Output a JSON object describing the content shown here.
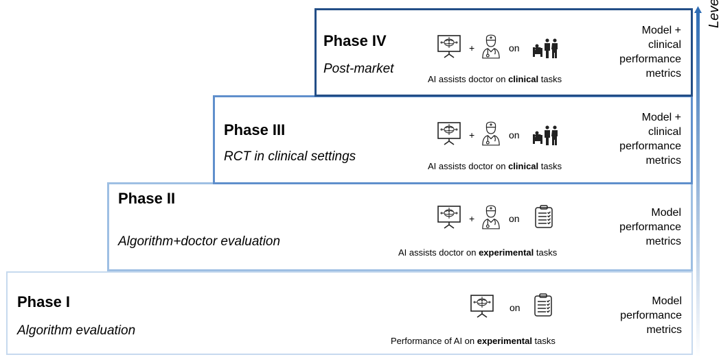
{
  "axis_label": "Level of evidence & cost",
  "colors": {
    "phase1_border": "#c6d9ee",
    "phase2_border": "#9ebfe3",
    "phase3_border": "#5f8fcc",
    "phase4_border": "#234e87",
    "arrow": "#2f6db5"
  },
  "phases": [
    {
      "title": "Phase I",
      "subtitle": "Algorithm evaluation",
      "metrics": [
        "Model",
        "performance",
        "metrics"
      ],
      "on": "on",
      "caption_pre": "Performance of AI on ",
      "caption_bold": "experimental",
      "caption_post": " tasks",
      "icons": [
        "ai-monitor-icon",
        "task-checklist-icon"
      ]
    },
    {
      "title": "Phase II",
      "subtitle": "Algorithm+doctor evaluation",
      "metrics": [
        "Model",
        "performance",
        "metrics"
      ],
      "plus": "+",
      "on": "on",
      "caption_pre": "AI assists doctor on ",
      "caption_bold": "experimental",
      "caption_post": " tasks",
      "icons": [
        "ai-monitor-icon",
        "doctor-icon",
        "task-checklist-icon"
      ]
    },
    {
      "title": "Phase III",
      "subtitle": "RCT in clinical settings",
      "metrics": [
        "Model +",
        "clinical",
        "performance",
        "metrics"
      ],
      "plus": "+",
      "on": "on",
      "caption_pre": "AI assists doctor on ",
      "caption_bold": "clinical",
      "caption_post": " tasks",
      "icons": [
        "ai-monitor-icon",
        "doctor-icon",
        "patients-icon"
      ]
    },
    {
      "title": "Phase IV",
      "subtitle": "Post-market",
      "metrics": [
        "Model +",
        "clinical",
        "performance",
        "metrics"
      ],
      "plus": "+",
      "on": "on",
      "caption_pre": "AI assists doctor on ",
      "caption_bold": "clinical",
      "caption_post": " tasks",
      "icons": [
        "ai-monitor-icon",
        "doctor-icon",
        "patients-icon"
      ]
    }
  ]
}
